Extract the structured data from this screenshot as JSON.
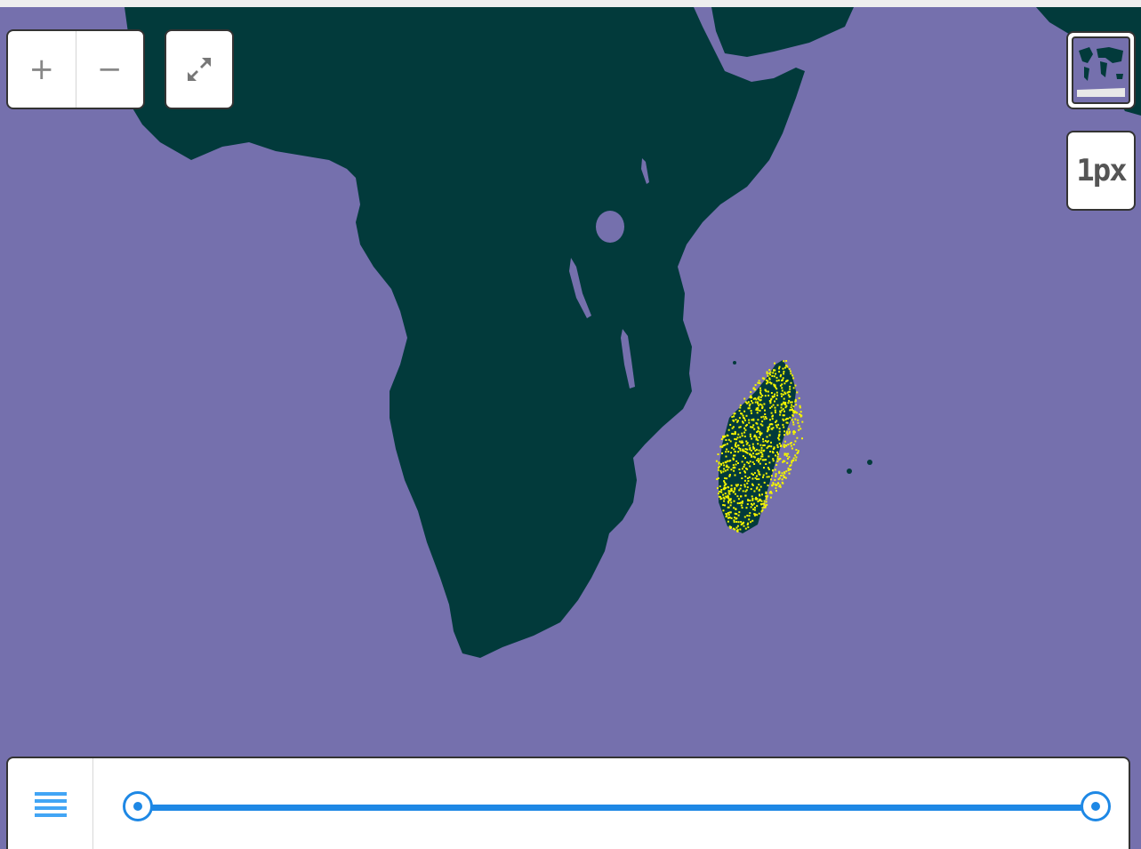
{
  "map": {
    "colors": {
      "ocean": "#7570ad",
      "land": "#023a3b",
      "occurrence": "#f5f500",
      "accent": "#1e88e5"
    }
  },
  "controls": {
    "zoom_in_label": "+",
    "zoom_out_label": "−",
    "fullscreen_icon": "expand-arrows-icon",
    "minimap_icon": "world-map-icon",
    "pixel_size_label": "1px"
  },
  "timeline": {
    "menu_icon": "hamburger-menu-icon",
    "range_start_fraction": 0,
    "range_end_fraction": 1
  }
}
